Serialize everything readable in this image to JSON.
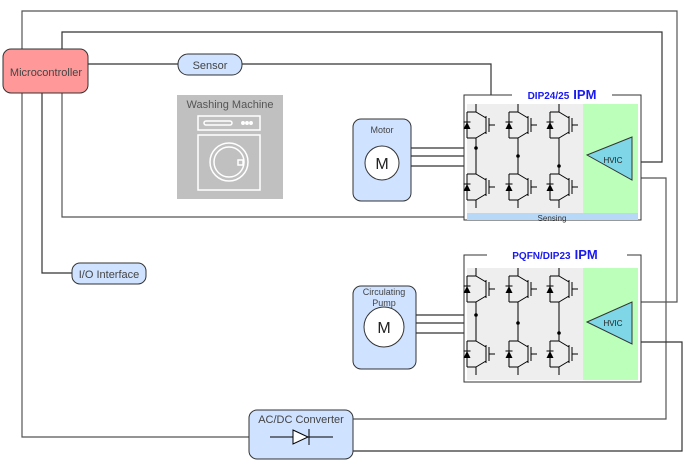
{
  "diagram": {
    "microcontroller": {
      "label": "Microcontroller",
      "fill": "#ff9999"
    },
    "sensor": {
      "label": "Sensor"
    },
    "io_interface": {
      "label": "I/O Interface"
    },
    "washing_machine": {
      "label": "Washing Machine"
    },
    "motor": {
      "label": "Motor",
      "symbol": "M"
    },
    "pump": {
      "label_line1": "Circulating",
      "label_line2": "Pump",
      "symbol": "M"
    },
    "ipm_top": {
      "title_part": "DIP24/25",
      "title_suffix": "IPM",
      "hvic": "HVIC",
      "sensing": "Sensing"
    },
    "ipm_bottom": {
      "title_part": "PQFN/DIP23",
      "title_suffix": "IPM",
      "hvic": "HVIC"
    },
    "converter": {
      "label": "AC/DC Converter"
    },
    "colors": {
      "block_blue": "#cfe2ff",
      "hvic": "#7fd6e6",
      "driver_green": "#bbffbb",
      "switch_bg": "#eeeeee",
      "sensing_bar": "#b8d8f8",
      "title_blue": "#1a1aee",
      "wash_gray": "#c0c0c0"
    }
  }
}
